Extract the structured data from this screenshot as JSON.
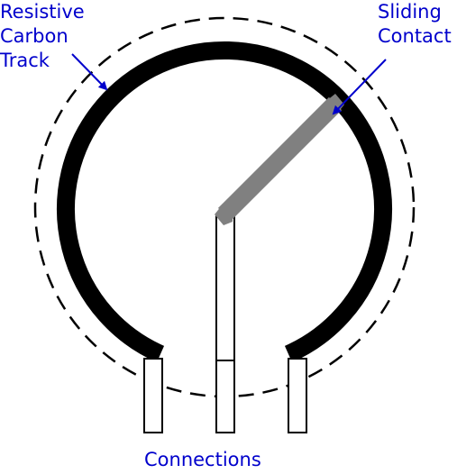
{
  "labels": {
    "resistive_track": [
      "Resistive",
      "Carbon",
      "Track"
    ],
    "sliding_contact": [
      "Sliding",
      "Contact"
    ],
    "connections": "Connections"
  },
  "colors": {
    "track": "#000000",
    "wiper": "#808080",
    "label": "#0000cc",
    "terminal_fill": "#ffffff",
    "outline": "#000000"
  }
}
